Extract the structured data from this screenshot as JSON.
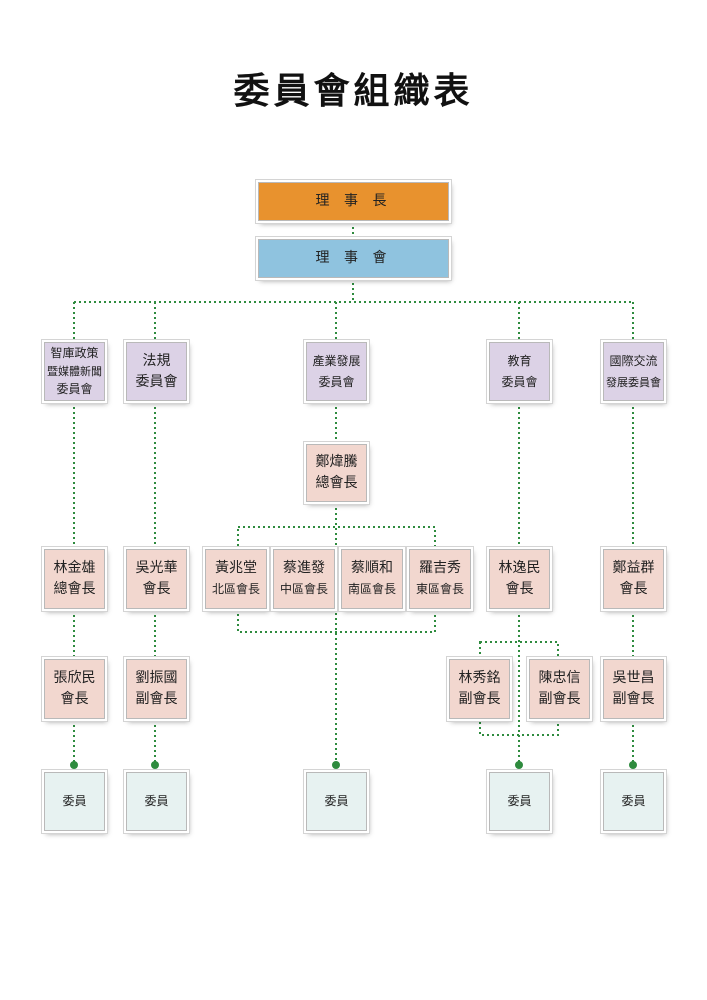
{
  "title": "委員會組織表",
  "chairman": "理 事 長",
  "board": "理 事 會",
  "committees": [
    {
      "line1": "智庫政策",
      "line2": "暨媒體新聞",
      "line3": "委員會"
    },
    {
      "line1": "法規",
      "line2": "委員會"
    },
    {
      "line1": "產業發展",
      "line2": "委員會"
    },
    {
      "line1": "教育",
      "line2": "委員會"
    },
    {
      "line1": "國際交流",
      "line2": "發展委員會"
    }
  ],
  "general_leader": {
    "name": "鄭煒騰",
    "role": "總會長"
  },
  "leaders": [
    {
      "name": "林金雄",
      "role": "總會長"
    },
    {
      "name": "吳光華",
      "role": "會長"
    },
    {
      "name": "黃兆堂",
      "role": "北區會長"
    },
    {
      "name": "蔡進發",
      "role": "中區會長"
    },
    {
      "name": "蔡順和",
      "role": "南區會長"
    },
    {
      "name": "羅吉秀",
      "role": "東區會長"
    },
    {
      "name": "林逸民",
      "role": "會長"
    },
    {
      "name": "鄭益群",
      "role": "會長"
    }
  ],
  "deputies": [
    {
      "name": "張欣民",
      "role": "會長"
    },
    {
      "name": "劉振國",
      "role": "副會長"
    },
    {
      "name": "林秀銘",
      "role": "副會長"
    },
    {
      "name": "陳忠信",
      "role": "副會長"
    },
    {
      "name": "吳世昌",
      "role": "副會長"
    }
  ],
  "members": [
    "委員",
    "委員",
    "委員",
    "委員",
    "委員"
  ],
  "colors": {
    "chairman": "#e8922e",
    "board": "#8fc3df",
    "committee": "#dcd2e6",
    "leader": "#f2d7cf",
    "member": "#e7f2f1",
    "connector": "#2e8b3e"
  }
}
